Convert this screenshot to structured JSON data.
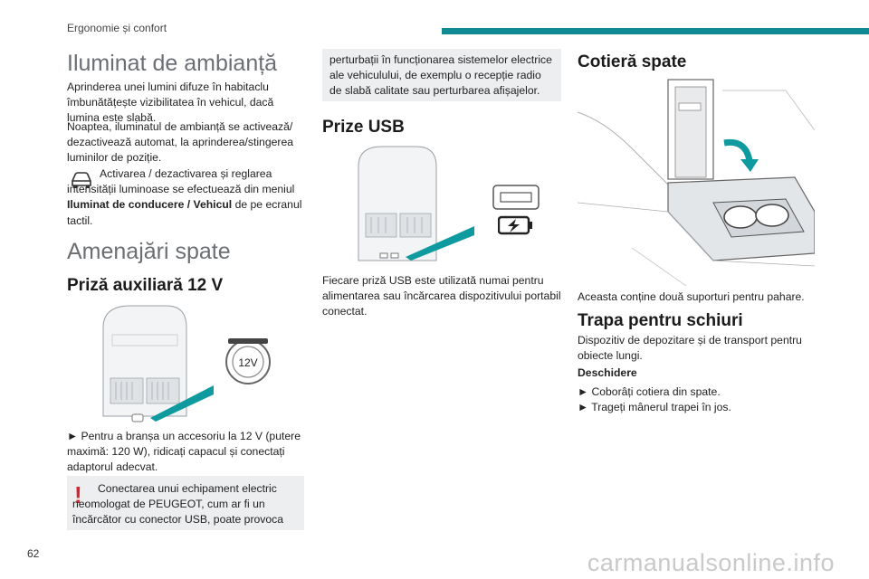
{
  "header": {
    "section": "Ergonomie și confort",
    "accent_color": "#0f8a95"
  },
  "col1": {
    "title_ambient": "Iluminat de ambianță",
    "ambient_p1": "Aprinderea unei lumini difuze în habitaclu îmbunătățește vizibilitatea în vehicul, dacă lumina este slabă.",
    "ambient_p2": "Noaptea, iluminatul de ambianță se activează/ dezactivează automat, la aprinderea/stingerea luminilor de poziție.",
    "ambient_p3_a": "Activarea / dezactivarea și reglarea intensității luminoase se efectuează din meniul ",
    "ambient_p3_bold": "Iluminat de conducere / Vehicul",
    "ambient_p3_b": " de pe ecranul tactil.",
    "title_rear": "Amenajări spate",
    "title_socket": "Priză auxiliară 12 V",
    "socket_label": "12V",
    "socket_p": "► Pentru a branșa un accesoriu la 12 V (putere maximă: 120 W), ridicați capacul și conectați adaptorul adecvat.",
    "warning_p": "Conectarea unui echipament electric neomologat de PEUGEOT, cum ar fi un încărcător cu conector USB, poate provoca"
  },
  "col2": {
    "warning_cont": "perturbații în funcționarea sistemelor electrice ale vehiculului, de exemplu o recepție radio de slabă calitate sau perturbarea afișajelor.",
    "title_usb": "Prize USB",
    "usb_p": "Fiecare priză USB este utilizată numai pentru alimentarea sau încărcarea dispozitivului portabil conectat."
  },
  "col3": {
    "title_armrest": "Cotieră spate",
    "armrest_p": "Aceasta conține două suporturi pentru pahare.",
    "title_ski": "Trapa pentru schiuri",
    "ski_p": "Dispozitiv de depozitare și de transport pentru obiecte lungi.",
    "ski_sub": "Deschidere",
    "ski_step1": "► Coborâți cotiera din spate.",
    "ski_step2": "► Trageți mânerul trapei în jos."
  },
  "footer": {
    "page_number": "62",
    "watermark": "carmanualsonline.info"
  },
  "icons": [
    "car-outline-icon",
    "warning-exclamation-icon",
    "battery-charging-icon",
    "usb-port-icon",
    "curved-arrow-icon"
  ]
}
